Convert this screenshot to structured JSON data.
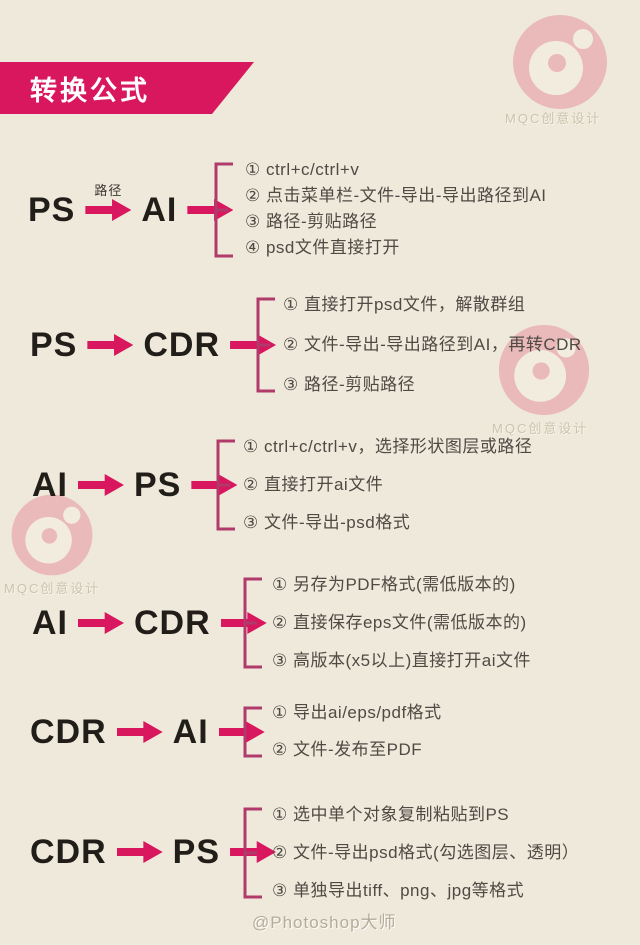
{
  "title": "转换公式",
  "watermark": {
    "brand_text": "MQC创意设计",
    "footer_credit": "@Photoshop大师"
  },
  "colors": {
    "background": "#efe9db",
    "accent_pink": "#d9175e",
    "bracket_rose": "#b03a6a",
    "item_text": "#4e4a44"
  },
  "sections": [
    {
      "source": "PS",
      "target": "AI",
      "arrow_label": "路径",
      "items": [
        "① ctrl+c/ctrl+v",
        "② 点击菜单栏-文件-导出-导出路径到AI",
        "③ 路径-剪贴路径",
        "④ psd文件直接打开"
      ]
    },
    {
      "source": "PS",
      "target": "CDR",
      "items": [
        "① 直接打开psd文件，解散群组",
        "② 文件-导出-导出路径到AI，再转CDR",
        "③ 路径-剪贴路径"
      ]
    },
    {
      "source": "AI",
      "target": "PS",
      "items": [
        "① ctrl+c/ctrl+v，选择形状图层或路径",
        "② 直接打开ai文件",
        "③ 文件-导出-psd格式"
      ]
    },
    {
      "source": "AI",
      "target": "CDR",
      "items": [
        "① 另存为PDF格式(需低版本的)",
        "② 直接保存eps文件(需低版本的)",
        "③ 高版本(x5以上)直接打开ai文件"
      ]
    },
    {
      "source": "CDR",
      "target": "AI",
      "items": [
        "① 导出ai/eps/pdf格式",
        "② 文件-发布至PDF"
      ]
    },
    {
      "source": "CDR",
      "target": "PS",
      "items": [
        "① 选中单个对象复制粘贴到PS",
        "② 文件-导出psd格式(勾选图层、透明）",
        "③ 单独导出tiff、png、jpg等格式"
      ]
    }
  ]
}
